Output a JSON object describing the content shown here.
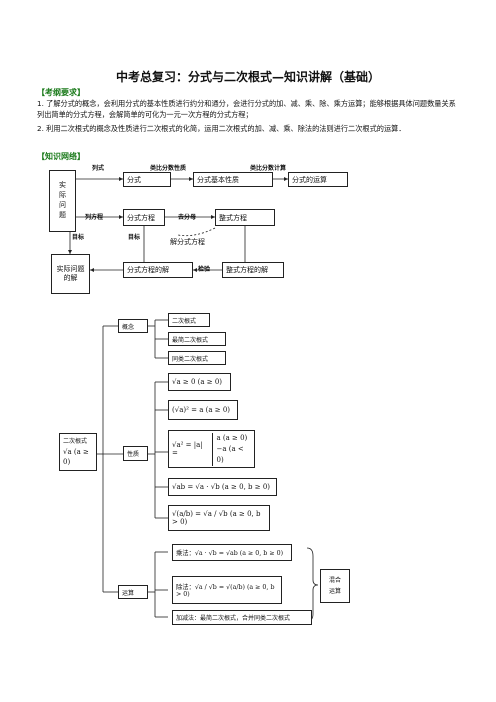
{
  "title": "中考总复习：分式与二次根式—知识讲解（基础）",
  "section_requirements": "【考纲要求】",
  "req1": "1. 了解分式的概念，会利用分式的基本性质进行约分和通分，会进行分式的加、减、乘、除、乘方运算；能够根据具体问题数量关系列出简单的分式方程，会解简单的可化为一元一次方程的分式方程；",
  "req2": "2. 利用二次根式的概念及性质进行二次根式的化简，运用二次根式的加、减、乘、除法的法则进行二次根式的运算．",
  "section_network": "【知识网络】",
  "d1": {
    "real_problem": "实际问题",
    "fraction": "分式",
    "basic_property": "分式基本性质",
    "operations": "分式的运算",
    "equation": "分式方程",
    "integral_equation": "整式方程",
    "solve_equation": "解分式方程",
    "equation_solution": "分式方程的解",
    "integral_solution": "整式方程的解",
    "real_solution": "实际问题的解",
    "lbl_list": "列式",
    "lbl_property": "类比分数性质",
    "lbl_operations": "类比分数计算",
    "lbl_list_eq": "列方程",
    "lbl_remove_den": "去分母",
    "lbl_target1": "目标",
    "lbl_target2": "目标",
    "lbl_check": "检验"
  },
  "d2": {
    "root_label": "二次根式",
    "root_formula": "√a (a ≥ 0)",
    "concept": "概念",
    "property": "性质",
    "operation": "运算",
    "c1": "二次根式",
    "c2": "最简二次根式",
    "c3": "同类二次根式",
    "p1": "√a ≥ 0 (a ≥ 0)",
    "p2": "(√a)² = a (a ≥ 0)",
    "p3a": "√a² = |a| =",
    "p3b": "a (a ≥ 0)",
    "p3c": "−a (a < 0)",
    "p4": "√ab = √a · √b (a ≥ 0, b ≥ 0)",
    "p5": "√(a/b) = √a / √b (a ≥ 0, b > 0)",
    "o1": "乘法：√a · √b = √ab (a ≥ 0, b ≥ 0)",
    "o2": "除法：√a / √b = √(a/b) (a ≥ 0, b > 0)",
    "o3": "加减法：最简二次根式，合并同类二次根式",
    "mixed": "混合运算"
  }
}
